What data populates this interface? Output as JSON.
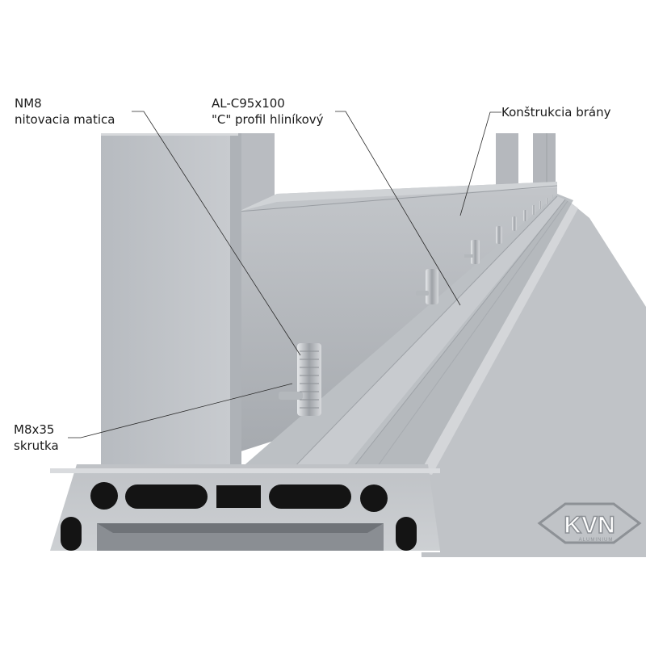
{
  "labels": {
    "rivet_nut": {
      "code": "NM8",
      "name": "nitovacia matica"
    },
    "profile": {
      "code": "AL-C95x100",
      "name": "\"C\" profil hliníkový"
    },
    "gate_frame": {
      "name": "Konštrukcia brány"
    },
    "screw": {
      "code": "M8x35",
      "name": "skrutka"
    }
  },
  "logo": {
    "mark": "KVN",
    "sub": "ALUMINIUM"
  },
  "colors": {
    "background": "#ffffff",
    "aluminium_light": "#c9ccd0",
    "aluminium_mid": "#a9adb2",
    "aluminium_dark": "#7d8186",
    "hole": "#141414",
    "leader": "#2a2a2a",
    "text": "#1a1a1a"
  }
}
